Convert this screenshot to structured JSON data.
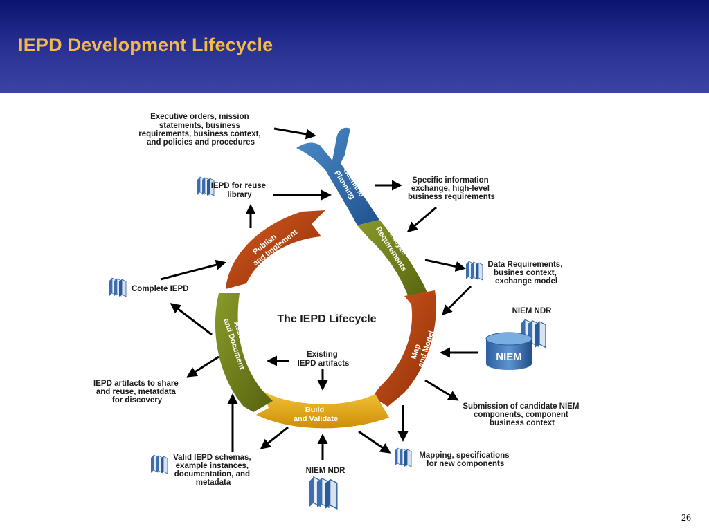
{
  "slide": {
    "title": "IEPD Development Lifecycle",
    "page_number": "26"
  },
  "diagram": {
    "center_title": "The IEPD Lifecycle",
    "phases": {
      "scenario": [
        "Scenario",
        "Planning"
      ],
      "analyze": [
        "Analyze",
        "Requirements"
      ],
      "map": [
        "Map",
        "and Model"
      ],
      "build": [
        "Build",
        "and Validate"
      ],
      "assemble": [
        "Assemble",
        "and Document"
      ],
      "publish": [
        "Publish",
        "and Implement"
      ]
    },
    "labels": {
      "executive": [
        "Executive orders, mission",
        "statements, business",
        "requirements, business context,",
        "and policies and procedures"
      ],
      "reuse_library": [
        "IEPD for reuse",
        "library"
      ],
      "specific_info": [
        "Specific information",
        "exchange, high-level",
        "business requirements"
      ],
      "data_req": [
        "Data Requirements,",
        "busines context,",
        "exchange model"
      ],
      "niem_ndr_right": "NIEM NDR",
      "niem_cylinder": "NIEM",
      "complete_iepd": "Complete IEPD",
      "existing": [
        "Existing",
        "IEPD artifacts"
      ],
      "artifacts_share": [
        "IEPD artifacts to share",
        "and reuse, metatdata",
        "for discovery"
      ],
      "submission": [
        "Submission of candidate NIEM",
        "components, component",
        "business context"
      ],
      "mapping": [
        "Mapping, specifications",
        "for new components"
      ],
      "valid_schemas": [
        "Valid IEPD schemas,",
        "example instances,",
        "documentation, and",
        "metadata"
      ],
      "niem_ndr_bottom": "NIEM NDR"
    },
    "colors": {
      "scenario": "#2f6aa8",
      "analyze": "#6b7a1c",
      "map": "#b8400f",
      "build": "#e0a40c",
      "assemble": "#6b7a1c",
      "publish": "#b8400f"
    }
  }
}
